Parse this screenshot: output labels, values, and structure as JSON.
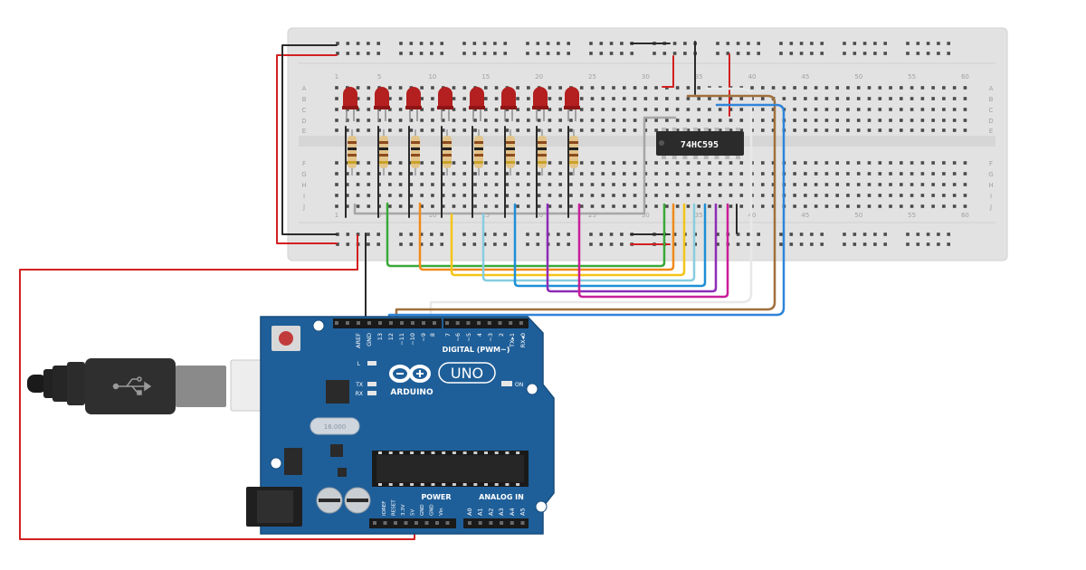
{
  "breadboard": {
    "columns_top": [
      "1",
      "5",
      "10",
      "15",
      "20",
      "25",
      "30",
      "35",
      "40",
      "45",
      "50",
      "55",
      "60"
    ],
    "columns_bottom": [
      "1",
      "5",
      "10",
      "15",
      "20",
      "25",
      "30",
      "35",
      "40",
      "45",
      "50",
      "55",
      "60"
    ],
    "rows_top": [
      "A",
      "B",
      "C",
      "D",
      "E"
    ],
    "rows_bottom": [
      "F",
      "G",
      "H",
      "I",
      "J"
    ]
  },
  "chip": {
    "label": "74HC595"
  },
  "leds": {
    "count": 8,
    "color": "#b41f1f"
  },
  "wires": {
    "colors": [
      "#3aa83a",
      "#f08a1c",
      "#f4c518",
      "#86cde0",
      "#1e8fd6",
      "#8e2bb8",
      "#c81e9a",
      "#a0703c",
      "#2f84d8",
      "#e8e8e8",
      "#9a9a9a",
      "#d22020",
      "#2b2b2b"
    ]
  },
  "arduino": {
    "brand": "ARDUINO",
    "model": "UNO",
    "digital_header": "DIGITAL (PWM~)",
    "digital_pins": [
      "AREF",
      "GND",
      "13",
      "12",
      "~11",
      "~10",
      "~9",
      "8",
      "7",
      "~6",
      "~5",
      "4",
      "~3",
      "2",
      "TX▸1",
      "RX◂0"
    ],
    "led_labels": [
      "L",
      "TX",
      "RX"
    ],
    "on_label": "ON",
    "power_header": "POWER",
    "power_pins": [
      "IOREF",
      "RESET",
      "3.3V",
      "5V",
      "GND",
      "GND",
      "Vin"
    ],
    "analog_header": "ANALOG IN",
    "analog_pins": [
      "A0",
      "A1",
      "A2",
      "A3",
      "A4",
      "A5"
    ],
    "crystal_label": "16.000"
  },
  "usb": {
    "symbol": "usb-icon"
  }
}
